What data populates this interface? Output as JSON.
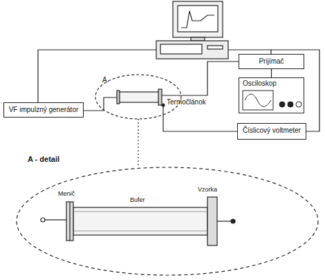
{
  "diagram": {
    "nodes": [
      {
        "text": [
          "VF impulzný generátor"
        ]
      },
      {
        "text": [
          "Prijímač"
        ]
      },
      {
        "text": [
          "Osciloskop"
        ]
      },
      {
        "text": [
          "Číslicový voltmeter"
        ]
      }
    ],
    "edges": [
      {
        "from": 1,
        "to": 2,
        "arrow": "none"
      }
    ],
    "labels": [
      "A.",
      "Termočlánok",
      "A - detail",
      "Menič",
      "Bufer",
      "Vzorka"
    ]
  }
}
